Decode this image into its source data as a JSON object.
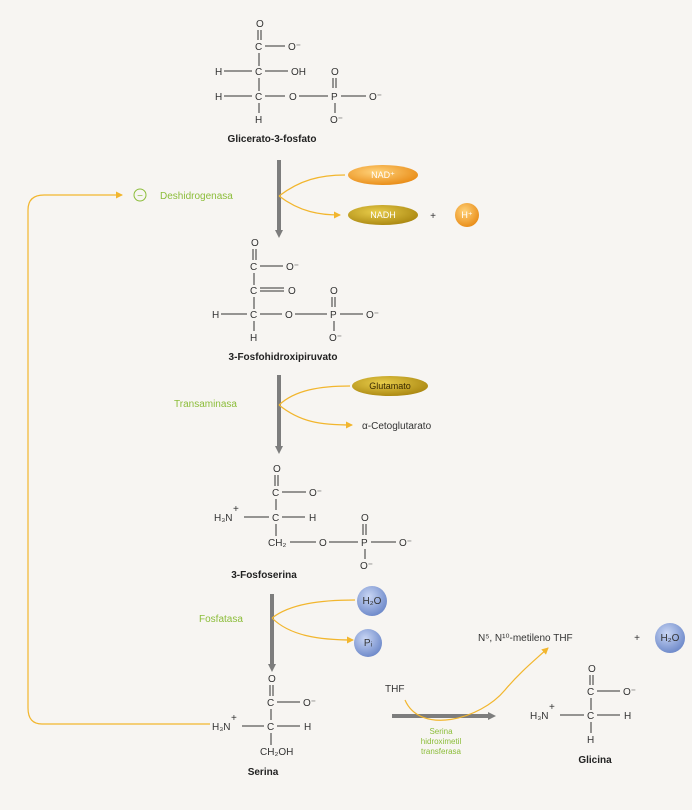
{
  "molecules": {
    "glicerato": {
      "name": "Glicerato-3-fosfato"
    },
    "fosfohidroxipiruvato": {
      "name": "3-Fosfohidroxipiruvato"
    },
    "fosfoserina": {
      "name": "3-Fosfoserina"
    },
    "serina": {
      "name": "Serina"
    },
    "glicina": {
      "name": "Glicina"
    }
  },
  "enzymes": {
    "deshidrogenasa": "Deshidrogenasa",
    "transaminasa": "Transaminasa",
    "fosfatasa": "Fosfatasa",
    "serina_hidroximetil": [
      "Serina",
      "hidroximetil",
      "transferasa"
    ]
  },
  "inhibition_symbol": "−",
  "cofactors": {
    "nad": "NAD⁺",
    "nadh": "NADH",
    "plus": "+",
    "h": "H⁺",
    "glutamato": "Glutamato",
    "cetoglutarato": "α-Cetoglutarato",
    "h2o_1": "H₂O",
    "pi": "Pᵢ",
    "thf": "THF",
    "metileno_thf": "N⁵, N¹⁰-metileno THF",
    "h2o_2": "H₂O"
  },
  "atoms": {
    "O": "O",
    "C": "C",
    "H": "H",
    "P": "P",
    "O_minus": "O⁻",
    "OH": "OH",
    "H3N": "H₃N",
    "plus": "+",
    "CH2": "CH₂",
    "CH2OH": "CH₂OH"
  },
  "colors": {
    "enzyme_green": "#8cbd3a",
    "arrow_yellow": "#f2b62e",
    "main_arrow_gray": "#7d7d7d",
    "nad_orange": "#f0a22a",
    "glutamato_olive": "#c9a61a",
    "water_blue": "#7d98d6"
  }
}
